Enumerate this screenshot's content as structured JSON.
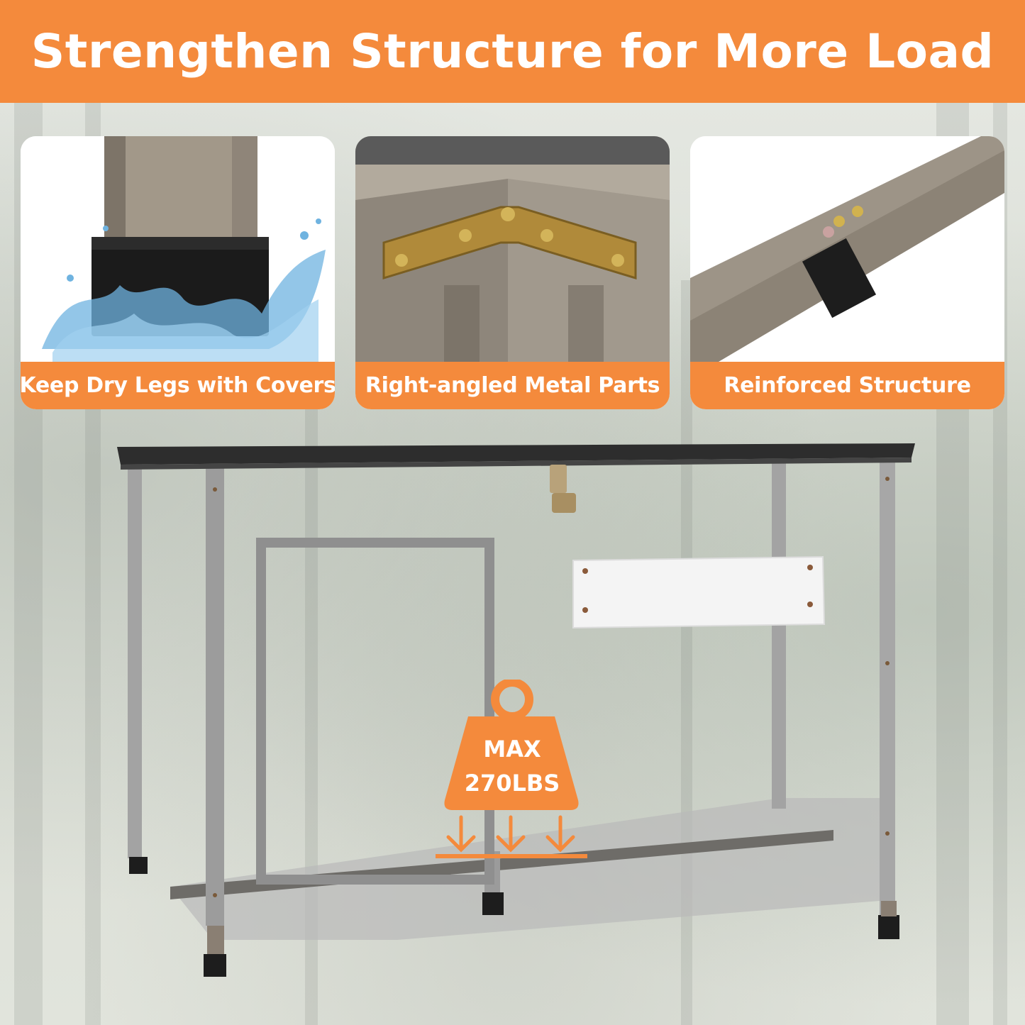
{
  "header": {
    "title": "Strengthen Structure for More Load"
  },
  "features": [
    {
      "label": "Keep Dry Legs with Covers",
      "icon": "leg-cover-water-icon"
    },
    {
      "label": "Right-angled Metal Parts",
      "icon": "corner-bracket-icon"
    },
    {
      "label": "Reinforced Structure",
      "icon": "reinforced-beam-icon"
    }
  ],
  "load_badge": {
    "line1": "MAX",
    "line2": "270LBS",
    "icon": "weight-icon"
  },
  "colors": {
    "accent": "#f48a3c",
    "text": "#ffffff",
    "frame": "#9a9a9a"
  }
}
